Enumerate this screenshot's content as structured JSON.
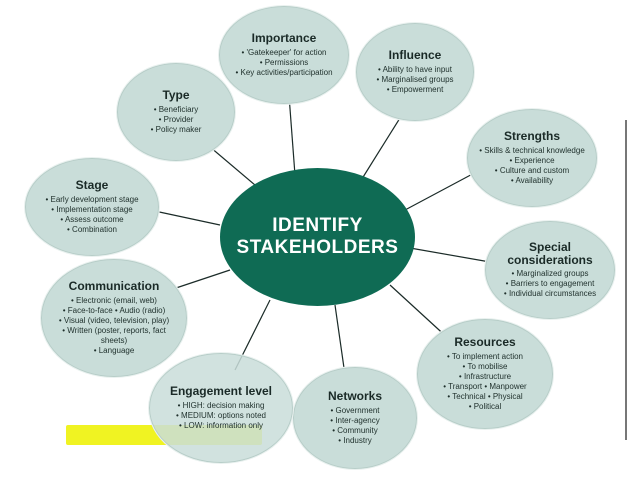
{
  "center": {
    "line1": "IDENTIFY",
    "line2": "STAKEHOLDERS"
  },
  "bubbles": [
    {
      "key": "importance",
      "title": "Importance",
      "items": [
        "'Gatekeeper' for action",
        "Permissions",
        "Key activities/participation"
      ]
    },
    {
      "key": "influence",
      "title": "Influence",
      "items": [
        "Ability to have input",
        "Marginalised groups",
        "Empowerment"
      ]
    },
    {
      "key": "strengths",
      "title": "Strengths",
      "items": [
        "Skills & technical knowledge",
        "Experience",
        "Culture and custom",
        "Availability"
      ]
    },
    {
      "key": "special",
      "title": "Special considerations",
      "items": [
        "Marginalized groups",
        "Barriers to engagement",
        "Individual circumstances"
      ]
    },
    {
      "key": "resources",
      "title": "Resources",
      "items": [
        "To implement action",
        "To mobilise",
        "Infrastructure",
        "Transport  • Manpower",
        "Technical  • Physical",
        "Political"
      ]
    },
    {
      "key": "networks",
      "title": "Networks",
      "items": [
        "Government",
        "Inter-agency",
        "Community",
        "Industry"
      ]
    },
    {
      "key": "engagement",
      "title": "Engagement level",
      "items": [
        "HIGH: decision making",
        "MEDIUM: options noted",
        "LOW: information only"
      ]
    },
    {
      "key": "communication",
      "title": "Communication",
      "items": [
        "Electronic (email, web)",
        "Face-to-face  • Audio (radio)",
        "Visual (video, television, play)",
        "Written (poster, reports, fact sheets)",
        "Language"
      ]
    },
    {
      "key": "stage",
      "title": "Stage",
      "items": [
        "Early development stage",
        "Implementation stage",
        "Assess outcome",
        "Combination"
      ]
    },
    {
      "key": "type",
      "title": "Type",
      "items": [
        "Beneficiary",
        "Provider",
        "Policy maker"
      ]
    }
  ],
  "colors": {
    "center": "#0f6b54",
    "bubble": "#c9ddd9",
    "highlight": "#eef20a"
  }
}
